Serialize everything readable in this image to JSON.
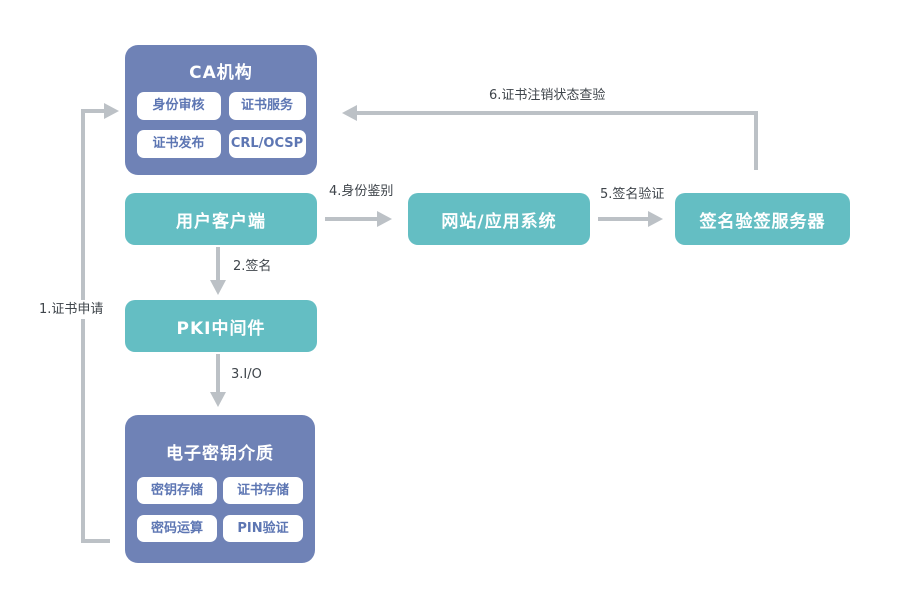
{
  "colors": {
    "node_blue": "#6f82b6",
    "node_teal": "#64bec3",
    "chip_bg": "#ffffff",
    "chip_text": "#5d76b3",
    "arrow": "#bcc1c6",
    "edge_label_text": "#3f454b",
    "background": "#ffffff"
  },
  "diagram": {
    "nodes": {
      "ca": {
        "title": "CA机构",
        "chips": [
          "身份审核",
          "证书服务",
          "证书发布",
          "CRL/OCSP"
        ]
      },
      "user_client": {
        "title": "用户客户端"
      },
      "website": {
        "title": "网站/应用系统"
      },
      "sign_server": {
        "title": "签名验签服务器"
      },
      "pki_middleware": {
        "title": "PKI中间件"
      },
      "key_medium": {
        "title": "电子密钥介质",
        "chips": [
          "密钥存储",
          "证书存储",
          "密码运算",
          "PIN验证"
        ]
      }
    },
    "edges": [
      {
        "id": "1",
        "label": "1.证书申请",
        "from": "key_medium",
        "to": "ca"
      },
      {
        "id": "2",
        "label": "2.签名",
        "from": "user_client",
        "to": "pki_middleware"
      },
      {
        "id": "3",
        "label": "3.I/O",
        "from": "pki_middleware",
        "to": "key_medium"
      },
      {
        "id": "4",
        "label": "4.身份鉴别",
        "from": "user_client",
        "to": "website"
      },
      {
        "id": "5",
        "label": "5.签名验证",
        "from": "website",
        "to": "sign_server"
      },
      {
        "id": "6",
        "label": "6.证书注销状态查验",
        "from": "sign_server",
        "to": "ca"
      }
    ]
  }
}
